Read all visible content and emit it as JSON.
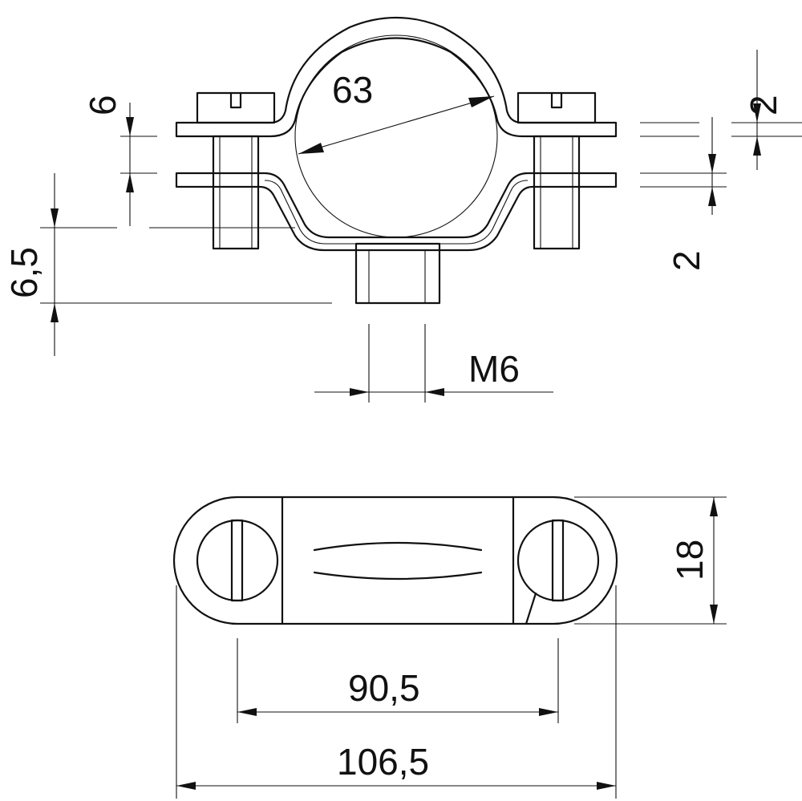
{
  "dimensions": {
    "diameter": "63",
    "thickness_top": "6",
    "offset": "6,5",
    "gap_right_top": "2",
    "gap_right_bottom": "2",
    "thread": "M6",
    "width": "18",
    "hole_spacing": "90,5",
    "overall_length": "106,5"
  }
}
